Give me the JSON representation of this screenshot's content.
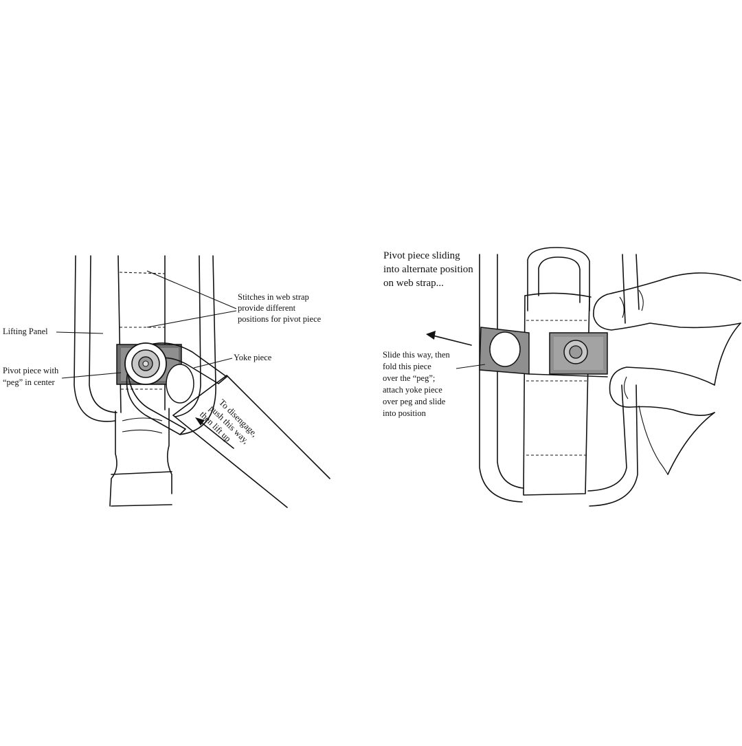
{
  "left_panel": {
    "stitches_label": [
      "Stitches in web strap",
      "provide different",
      "positions for pivot piece"
    ],
    "lifting_panel_label": "Lifting Panel",
    "yoke_label": "Yoke piece",
    "pivot_label": [
      "Pivot piece with",
      "“peg” in center"
    ],
    "disengage_label": [
      "To disengage,",
      "push this way,",
      "then lift up"
    ]
  },
  "right_panel": {
    "sliding_label": [
      "Pivot piece sliding",
      "into alternate position",
      "on web strap..."
    ],
    "instruction_label": [
      "Slide this way, then",
      "fold this piece",
      "over the “peg”;",
      "attach yoke piece",
      "over peg and slide",
      "into position"
    ]
  },
  "colors": {
    "ink": "#111111",
    "metal_dark": "#6d6d6d",
    "metal_mid": "#8f8f8f",
    "metal_light": "#c8c8c8",
    "background": "#ffffff"
  }
}
